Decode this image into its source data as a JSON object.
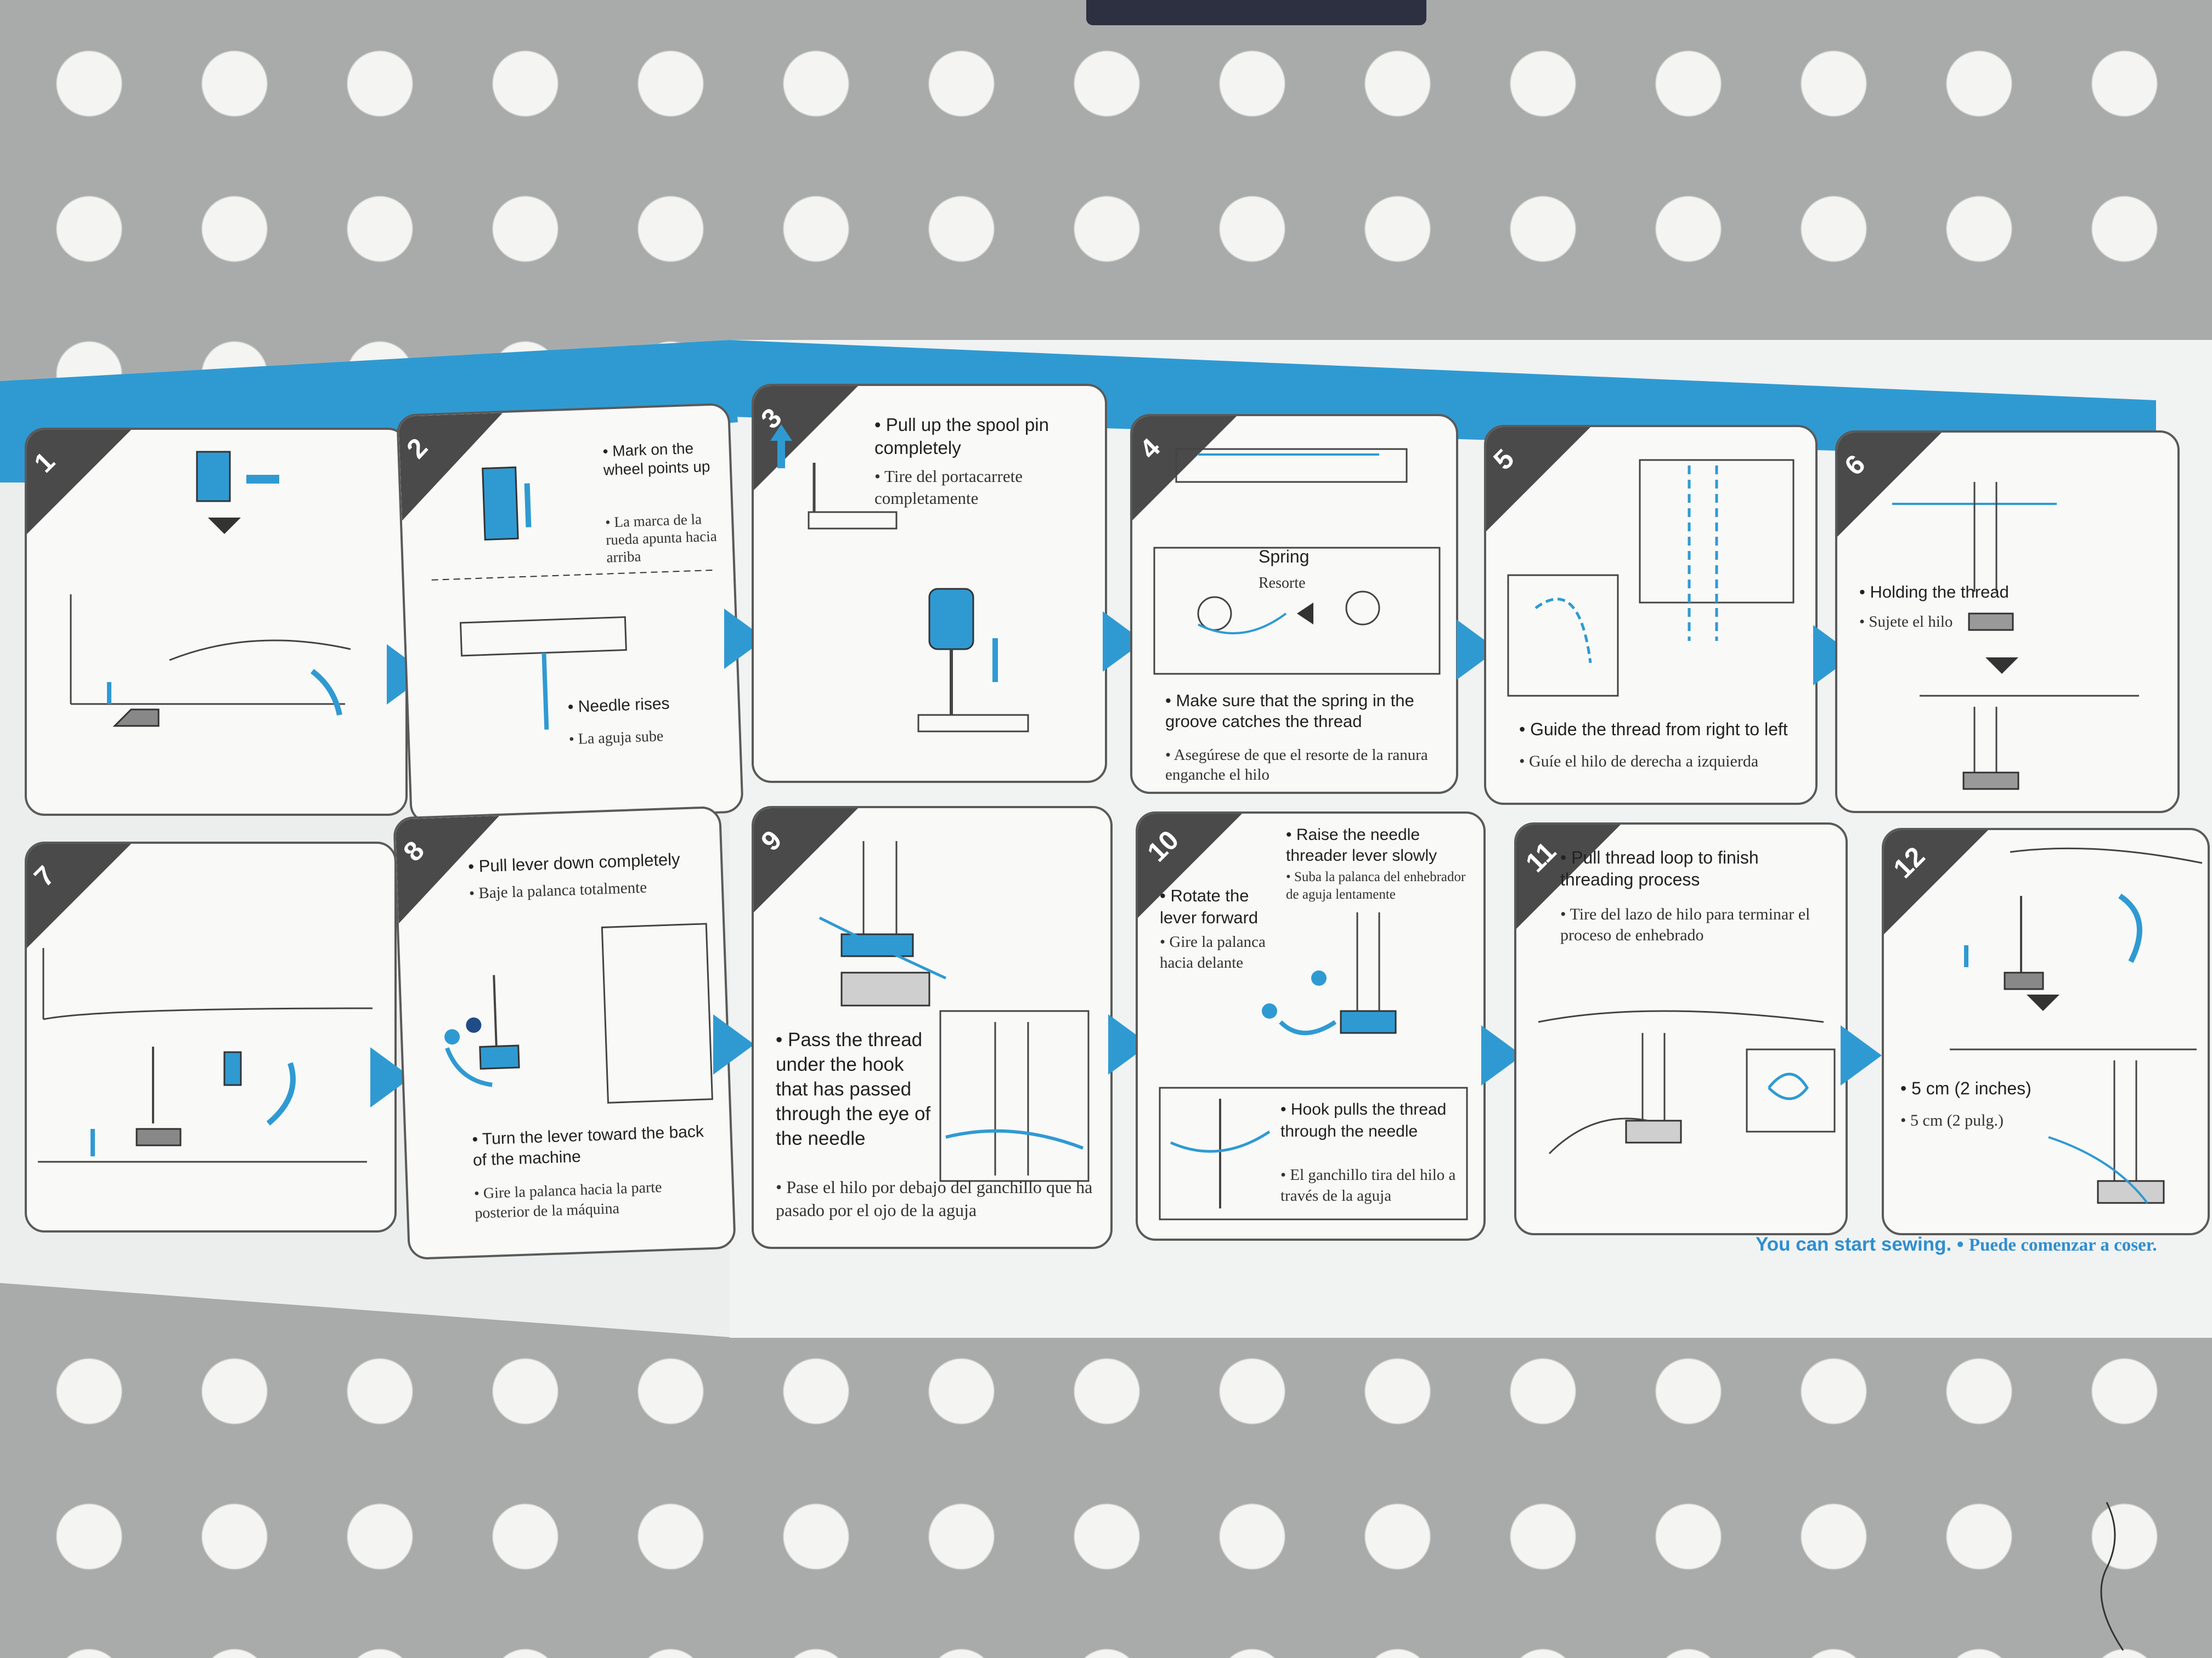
{
  "steps": [
    {
      "number": "1",
      "en": "",
      "es": ""
    },
    {
      "number": "2",
      "en": "• Mark on the wheel points up",
      "es": "• La marca de la rueda apunta hacia arriba",
      "en2": "• Needle rises",
      "es2": "• La aguja sube"
    },
    {
      "number": "3",
      "en": "• Pull up the spool pin completely",
      "es": "• Tire del portacarrete completamente"
    },
    {
      "number": "4",
      "en": "• Make sure that the spring in the groove catches the thread",
      "es": "• Asegúrese de que el resorte de la ranura enganche el hilo",
      "label1": "Spring",
      "label2": "Resorte"
    },
    {
      "number": "5",
      "en": "• Guide the thread from right to left",
      "es": "• Guíe el hilo de derecha a izquierda"
    },
    {
      "number": "6",
      "en": "• Holding the thread",
      "es": "• Sujete el hilo"
    },
    {
      "number": "7",
      "en": "",
      "es": ""
    },
    {
      "number": "8",
      "en": "• Pull lever down completely",
      "es": "• Baje la palanca totalmente",
      "en2": "• Turn the lever toward the back of the machine",
      "es2": "• Gire la palanca hacia la parte posterior de la máquina"
    },
    {
      "number": "9",
      "en": "• Pass the thread under the hook that has passed through the eye of the needle",
      "es": "• Pase el hilo por debajo del ganchillo que ha pasado por el ojo de la aguja"
    },
    {
      "number": "10",
      "en": "• Raise the needle threader lever slowly",
      "es": "• Suba la palanca del enhebrador de aguja lentamente",
      "en2": "• Rotate the lever forward",
      "es2": "• Gire la palanca hacia delante",
      "en3": "• Hook pulls the thread through the needle",
      "es3": "• El ganchillo tira del hilo a través de la aguja"
    },
    {
      "number": "11",
      "en": "• Pull thread loop to finish threading process",
      "es": "• Tire del lazo de hilo para terminar el proceso de enhebrado"
    },
    {
      "number": "12",
      "en": "• 5 cm (2 inches)",
      "es": "• 5 cm (2 pulg.)"
    }
  ],
  "footer": {
    "en": "You can start sewing.",
    "sep": " • ",
    "es": "Puede comenzar a coser."
  },
  "colors": {
    "accent": "#2f9ad2",
    "background": "#a9abab",
    "dots": "#f4f4f2"
  }
}
